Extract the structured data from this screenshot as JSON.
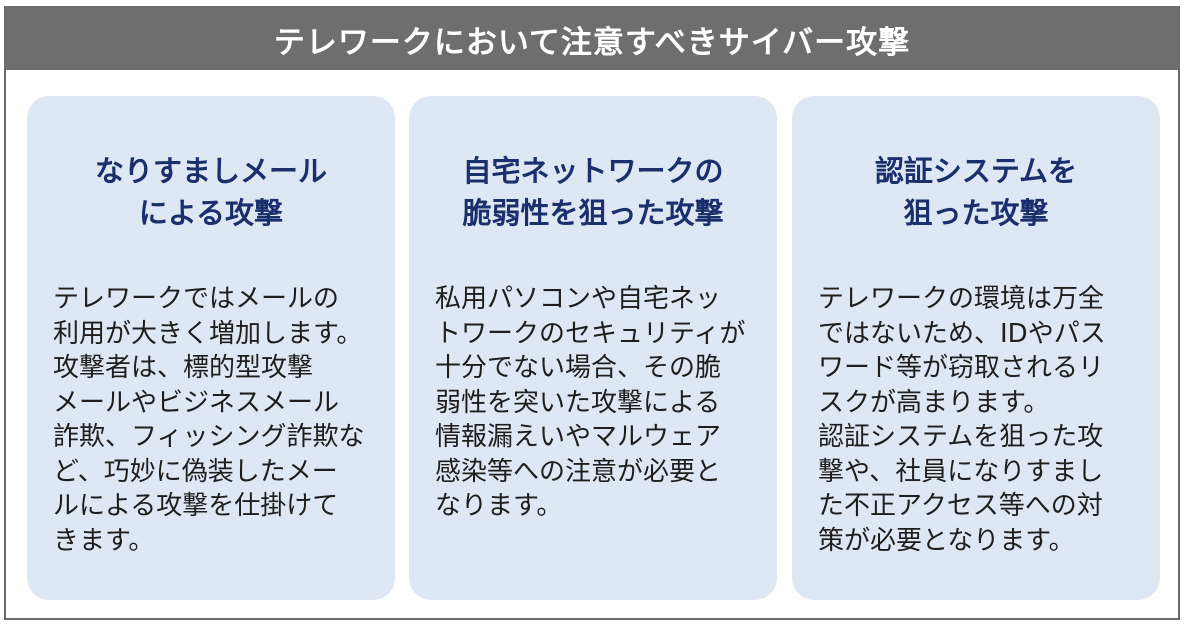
{
  "header": {
    "title": "テレワークにおいて注意すべきサイバー攻撃"
  },
  "cards": [
    {
      "title_lines": [
        "なりすましメール",
        "による攻撃"
      ],
      "body_lines": [
        "テレワークではメールの",
        "利用が大きく増加します。",
        "攻撃者は、標的型攻撃",
        "メールやビジネスメール",
        "詐欺、フィッシング詐欺な",
        "ど、巧妙に偽装したメー",
        "ルによる攻撃を仕掛けて",
        "きます。"
      ]
    },
    {
      "title_lines": [
        "自宅ネットワークの",
        "脆弱性を狙った攻撃"
      ],
      "body_lines": [
        "私用パソコンや自宅ネッ",
        "トワークのセキュリティが",
        "十分でない場合、その脆",
        "弱性を突いた攻撃による",
        "情報漏えいやマルウェア",
        "感染等への注意が必要と",
        "なります。"
      ]
    },
    {
      "title_lines": [
        "認証システムを",
        "狙った攻撃"
      ],
      "body_lines": [
        "テレワークの環境は万全",
        "ではないため、IDやパス",
        "ワード等が窃取されるリ",
        "スクが高まります。",
        "認証システムを狙った攻",
        "撃や、社員になりすまし",
        "た不正アクセス等への対",
        "策が必要となります。"
      ]
    }
  ],
  "colors": {
    "header_bg": "#6e6e6e",
    "card_bg": "#dee8f4",
    "title_text": "#1a2f6b",
    "frame_border": "#6b6b6b"
  }
}
